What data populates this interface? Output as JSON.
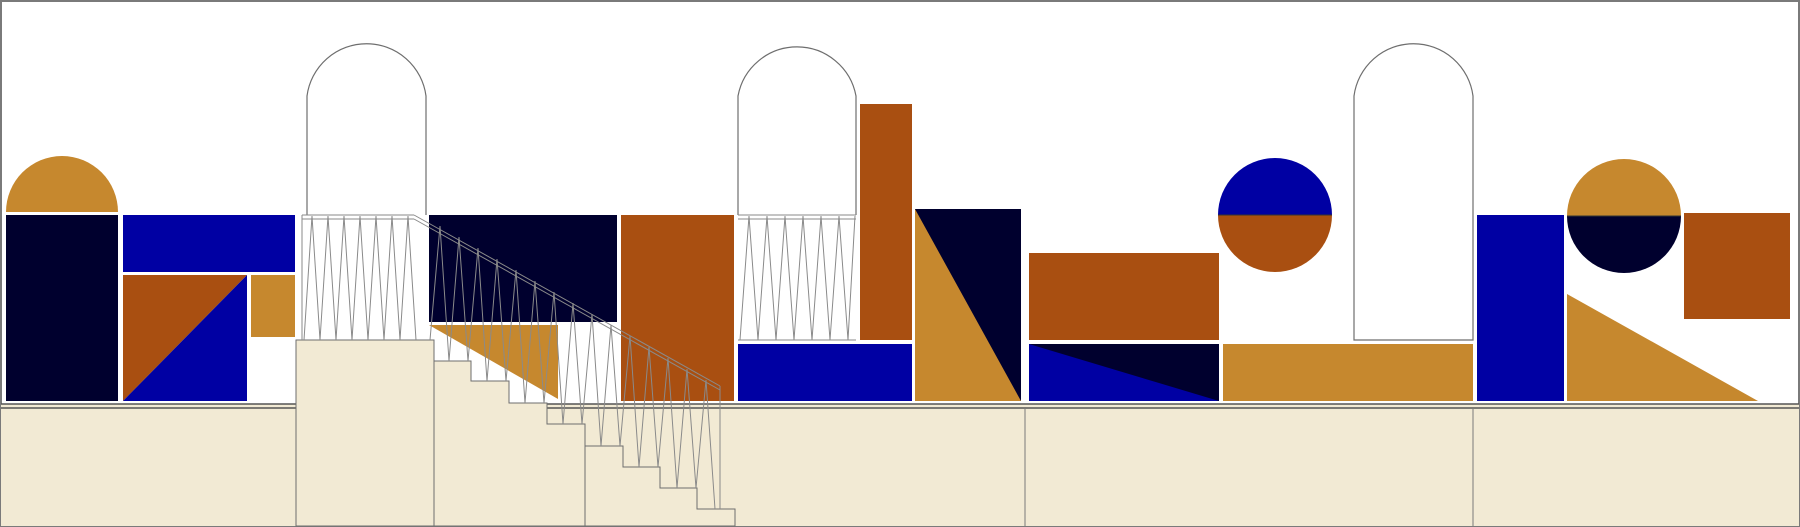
{
  "colors": {
    "navy": "#00002e",
    "blue": "#0000a3",
    "rust": "#a94f11",
    "ochre": "#c6882e",
    "cream": "#f2ead4",
    "outline": "#7a7a7a"
  },
  "elements": {
    "frame": "canvas-border",
    "ground": "ground-band",
    "arches": "arched-windows",
    "stairs": "stepped-staircase",
    "railing": "zigzag-railing",
    "blocks": "colored-geometric-blocks",
    "circles": "split-circles"
  }
}
